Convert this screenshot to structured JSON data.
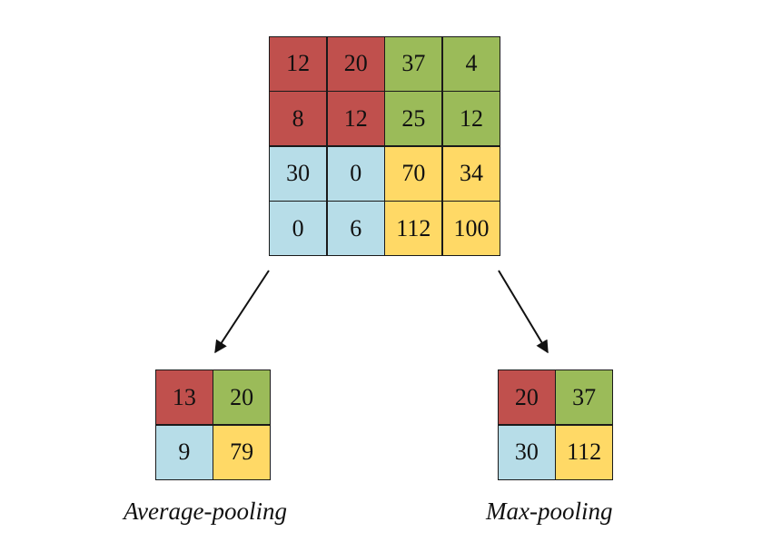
{
  "colors": {
    "red": "#C0504D",
    "green": "#9BBB59",
    "blue": "#B7DDE8",
    "yellow": "#FFD966"
  },
  "input_matrix": {
    "rows": [
      [
        {
          "value": "12",
          "color": "red"
        },
        {
          "value": "20",
          "color": "red"
        },
        {
          "value": "37",
          "color": "green"
        },
        {
          "value": "4",
          "color": "green"
        }
      ],
      [
        {
          "value": "8",
          "color": "red"
        },
        {
          "value": "12",
          "color": "red"
        },
        {
          "value": "25",
          "color": "green"
        },
        {
          "value": "12",
          "color": "green"
        }
      ],
      [
        {
          "value": "30",
          "color": "blue"
        },
        {
          "value": "0",
          "color": "blue"
        },
        {
          "value": "70",
          "color": "yellow"
        },
        {
          "value": "34",
          "color": "yellow"
        }
      ],
      [
        {
          "value": "0",
          "color": "blue"
        },
        {
          "value": "6",
          "color": "blue"
        },
        {
          "value": "112",
          "color": "yellow"
        },
        {
          "value": "100",
          "color": "yellow"
        }
      ]
    ]
  },
  "average_pooling": {
    "label": "Average-pooling",
    "rows": [
      [
        {
          "value": "13",
          "color": "red"
        },
        {
          "value": "20",
          "color": "green"
        }
      ],
      [
        {
          "value": "9",
          "color": "blue"
        },
        {
          "value": "79",
          "color": "yellow"
        }
      ]
    ]
  },
  "max_pooling": {
    "label": "Max-pooling",
    "rows": [
      [
        {
          "value": "20",
          "color": "red"
        },
        {
          "value": "37",
          "color": "green"
        }
      ],
      [
        {
          "value": "30",
          "color": "blue"
        },
        {
          "value": "112",
          "color": "yellow"
        }
      ]
    ]
  }
}
